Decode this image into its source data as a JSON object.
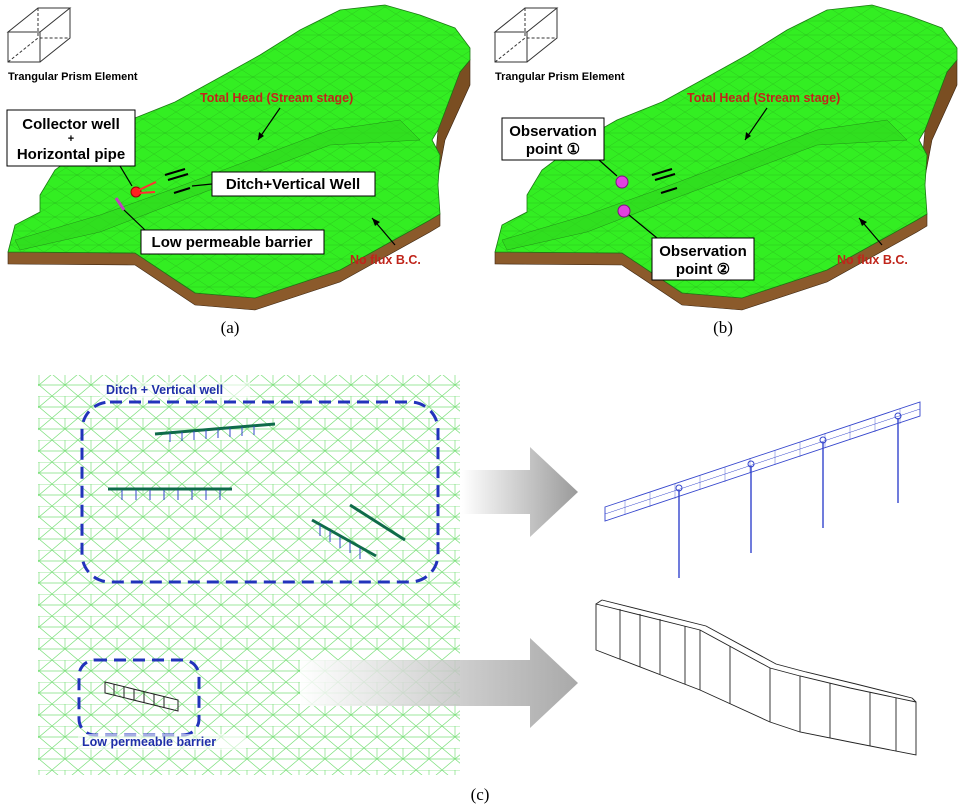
{
  "panel_a": {
    "element_label": "Trangular Prism Element",
    "total_head": "Total Head (Stream stage)",
    "collector_line1": "Collector well",
    "collector_line2": "+",
    "collector_line3": "Horizontal pipe",
    "ditch": "Ditch+Vertical Well",
    "barrier": "Low permeable barrier",
    "no_flux": "No flux B.C.",
    "caption": "(a)"
  },
  "panel_b": {
    "element_label": "Trangular Prism Element",
    "total_head": "Total Head (Stream stage)",
    "obs1_line1": "Observation",
    "obs1_line2": "point ①",
    "obs2_line1": "Observation",
    "obs2_line2": "point ②",
    "no_flux": "No flux B.C.",
    "caption": "(b)"
  },
  "panel_c": {
    "ditch_label": "Ditch + Vertical well",
    "barrier_label": "Low permeable barrier",
    "caption": "(c)"
  },
  "colors": {
    "terrain": "#33ee22",
    "soil": "#8b5a2b",
    "mesh": "#7ee07e",
    "dash_box": "#2233bb",
    "red_text": "#c0251b",
    "marker_pink": "#e040e0",
    "well_blue": "#3344cc"
  }
}
